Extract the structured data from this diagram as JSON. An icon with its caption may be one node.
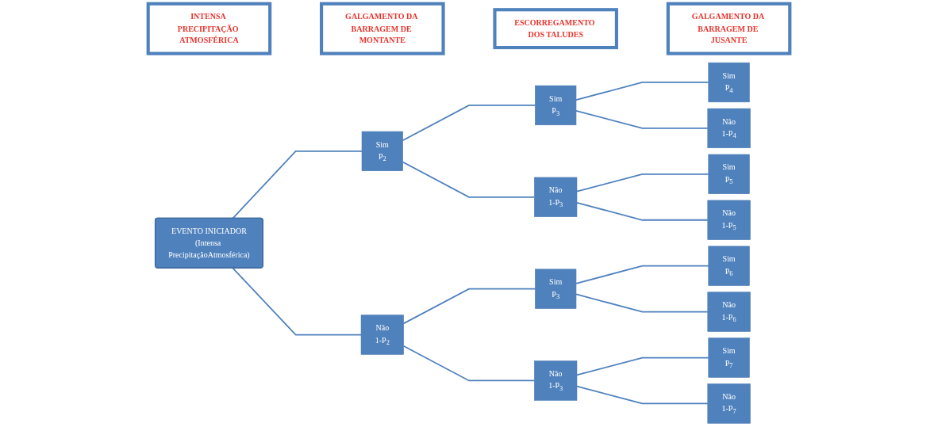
{
  "diagram": {
    "nodes": [
      {
        "text": [
          "INTENSA PRECIPITAÇÃO ATMOSFÉRICA"
        ]
      },
      {
        "text": [
          "GALGAMENTO DA BARRAGEM DE MONTANTE"
        ]
      },
      {
        "text": [
          "ESCORREGAMENTO DOS TALUDES"
        ]
      },
      {
        "text": [
          "GALGAMENTO DA BARRAGEM DE JUSANTE"
        ]
      },
      {
        "text": [
          "EVENTO INICIADOR",
          "(Intensa PrecipitaçãoAtmosférica)"
        ]
      },
      {
        "text": [
          "Sim",
          "P$_{2}$"
        ]
      },
      {
        "text": [
          "Não",
          "1-P$_{2}$"
        ]
      },
      {
        "text": [
          "Sim",
          "P$_{3}$"
        ]
      },
      {
        "text": [
          "Não",
          "1-P$_{3}$"
        ]
      },
      {
        "text": [
          "Sim",
          "P$_{3}$"
        ]
      },
      {
        "text": [
          "Não",
          "1-P$_{3}$"
        ]
      },
      {
        "text": [
          "Sim",
          "P$_{4}$"
        ]
      },
      {
        "text": [
          "Não",
          "1-P$_{4}$"
        ]
      },
      {
        "text": [
          "Sim",
          "P$_{5}$"
        ]
      },
      {
        "text": [
          "Não",
          "1-P$_{5}$"
        ]
      },
      {
        "text": [
          "Sim",
          "P$_{6}$"
        ]
      },
      {
        "text": [
          "Não",
          "1-P$_{6}$"
        ]
      },
      {
        "text": [
          "Sim",
          "P$_{7}$"
        ]
      },
      {
        "text": [
          "Não",
          "1-P$_{7}$"
        ]
      }
    ],
    "edges": [
      {
        "from": 4,
        "to": 5,
        "arrow": "none"
      },
      {
        "from": 4,
        "to": 6,
        "arrow": "none"
      },
      {
        "from": 5,
        "to": 7,
        "arrow": "none"
      },
      {
        "from": 5,
        "to": 8,
        "arrow": "none"
      },
      {
        "from": 6,
        "to": 9,
        "arrow": "none"
      },
      {
        "from": 6,
        "to": 10,
        "arrow": "none"
      },
      {
        "from": 7,
        "to": 11,
        "arrow": "none"
      },
      {
        "from": 7,
        "to": 12,
        "arrow": "none"
      },
      {
        "from": 8,
        "to": 13,
        "arrow": "none"
      },
      {
        "from": 8,
        "to": 14,
        "arrow": "none"
      },
      {
        "from": 9,
        "to": 15,
        "arrow": "none"
      },
      {
        "from": 9,
        "to": 16,
        "arrow": "none"
      },
      {
        "from": 10,
        "to": 17,
        "arrow": "none"
      },
      {
        "from": 10,
        "to": 18,
        "arrow": "none"
      }
    ]
  }
}
